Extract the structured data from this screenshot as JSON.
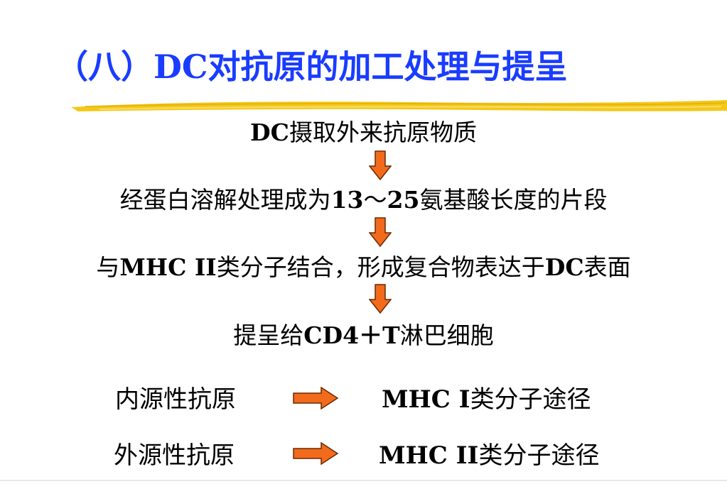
{
  "slide": {
    "title": "（八）DC对抗原的加工处理与提呈",
    "steps": [
      {
        "prefix": "",
        "bold": "DC",
        "text": "摄取外来抗原物质"
      },
      {
        "a": "经蛋白溶解处理成为",
        "b": "13",
        "c": "～",
        "d": "25",
        "e": "氨基酸长度的片段"
      },
      {
        "a": "与",
        "b": "MHC II",
        "c": "类分子结合，形成复合物表达于",
        "d": "DC",
        "e": "表面"
      },
      {
        "a": "提呈给",
        "b": "CD4＋T",
        "c": "淋巴细胞"
      }
    ],
    "pathways": [
      {
        "source": "内源性抗原",
        "target_bold": "MHC I",
        "target_text": "类分子途径"
      },
      {
        "source": "外源性抗原",
        "target_bold": "MHC II",
        "target_text": "类分子途径"
      }
    ]
  },
  "colors": {
    "title": "#1a3cff",
    "brush": "#f2c200",
    "arrow_fill": "#f26a1b",
    "arrow_stroke": "#6b2a00"
  },
  "icons": {
    "flow_arrow": "down-arrow-icon",
    "pathway_arrow": "right-arrow-icon"
  }
}
